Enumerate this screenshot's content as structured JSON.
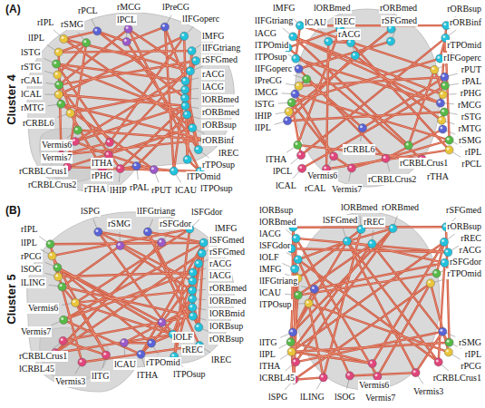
{
  "diagram": {
    "labels": [
      "(A)",
      "Cluster 4",
      "rPCL",
      "rMCG",
      "lPreCG",
      "lPCL",
      "lIFGoperc",
      "rIPL",
      "rSMG",
      "lIPL",
      "lSTG",
      "rSTG",
      "rCAL",
      "lCAL",
      "rMTG",
      "rCRBL6",
      "lMFG",
      "lIFGtriang",
      "rSFGmed",
      "rACG",
      "lACG",
      "lORBmed",
      "rORBmed",
      "rORBsup",
      "rORBinf",
      "lREC",
      "rTPOsup",
      "lTPOmid",
      "lTPOsup",
      "lCAU",
      "Vermis6",
      "Vermis7",
      "rCRBLCrus1",
      "lTHA",
      "rPHG",
      "rCRBLCrus2",
      "rTHA",
      "lHIP",
      "rPAL",
      "rPUT",
      "lMFG",
      "lORBmed",
      "rORBmed",
      "rORBsup",
      "lIFGtriang",
      "lCAU",
      "lREC",
      "rSFGmed",
      "rORBinf",
      "rACG",
      "lACG",
      "lTPOmid",
      "lTPOsup",
      "lIFGoperc",
      "lPreCG",
      "lMCG",
      "lSTG",
      "lHIP",
      "lIPL",
      "rTPOmid",
      "rIFGoperc",
      "rPUT",
      "rPAL",
      "rPHG",
      "rMCG",
      "rSTG",
      "rMTG",
      "rSMG",
      "rIPL",
      "rPCL",
      "rCRBL6",
      "rCRBLCrus1",
      "rCRBLCrus2",
      "rTHA",
      "lTHA",
      "lPCL",
      "Vermis6",
      "lCAL",
      "rCAL",
      "Vermis7",
      "(B)",
      "Cluster 5",
      "lSPG",
      "rSMG",
      "lIFGtriang",
      "rSFGdor",
      "lSFGdor",
      "lMFG",
      "lSFGmed",
      "rSFGmed",
      "rACG",
      "lACG",
      "rORBmed",
      "lORBmed",
      "lORBmid",
      "lORBsup",
      "rORBsup",
      "lOLF",
      "rREC",
      "lREC",
      "rTPOmid",
      "lTPOsup",
      "lTHA",
      "lCAU",
      "lITG",
      "Vermis3",
      "lCRBL45",
      "rCRBLCrus1",
      "Vermis7",
      "Vermis6",
      "lLING",
      "lSOG",
      "rPCG",
      "lIPL",
      "rIPL",
      "lORBsup",
      "lORBmed",
      "rORBmed",
      "rSFGmed",
      "lORBmed",
      "lSFGmed",
      "rREC",
      "lACG",
      "lSFGdor",
      "lOLF",
      "lMFG",
      "lIFGtriang",
      "lCAU",
      "lTPOsup",
      "lITG",
      "lIPL",
      "lTHA",
      "lCRBL45",
      "rORBsup",
      "rREC",
      "rACG",
      "rSFGdor",
      "rTPOmid",
      "rSMG",
      "rIPL",
      "rPCG",
      "rCRBLCrus1",
      "lSPG",
      "lLING",
      "lSOG",
      "Vermis6",
      "Vermis7",
      "Vermis3"
    ]
  }
}
